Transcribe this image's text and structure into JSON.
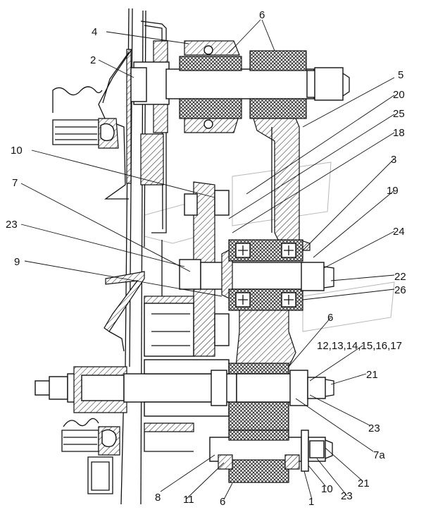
{
  "callouts": {
    "c4": "4",
    "c6_top": "6",
    "c2": "2",
    "c5": "5",
    "c20": "20",
    "c25": "25",
    "c18": "18",
    "c10_left": "10",
    "c3": "3",
    "c7": "7",
    "c19": "19",
    "c23_left": "23",
    "c24": "24",
    "c9": "9",
    "c22": "22",
    "c26": "26",
    "c6_mid": "6",
    "c12_17": "12,13,14,15,16,17",
    "c21_right": "21",
    "c23_right": "23",
    "c7a": "7а",
    "c21_bottom": "21",
    "c8": "8",
    "c11": "11",
    "c6_bottom": "6",
    "c1": "1",
    "c10_bottom": "10",
    "c23_bottom": "23"
  }
}
